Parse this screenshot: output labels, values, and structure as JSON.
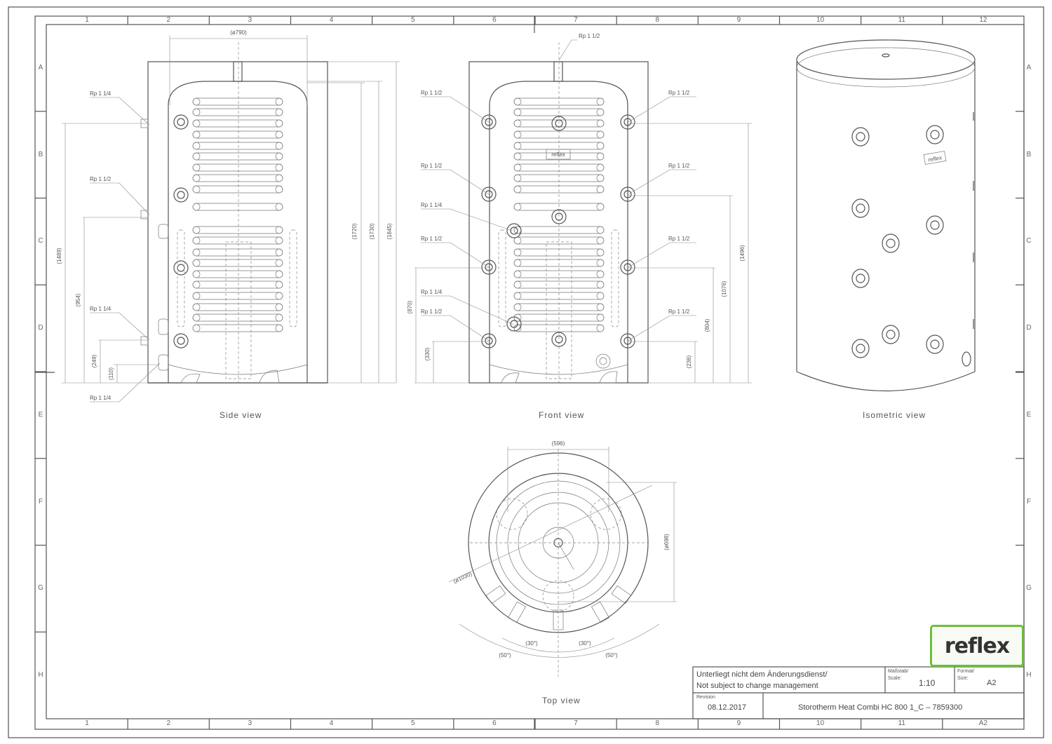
{
  "frame": {
    "col_labels": [
      "1",
      "2",
      "3",
      "4",
      "5",
      "6",
      "7",
      "8",
      "9",
      "10",
      "11",
      "12"
    ],
    "row_labels": [
      "A",
      "B",
      "C",
      "D",
      "E",
      "F",
      "G",
      "H"
    ],
    "bottom_col_labels": [
      "1",
      "2",
      "3",
      "4",
      "5",
      "6",
      "7",
      "8",
      "9",
      "10",
      "11",
      "A2"
    ]
  },
  "views": {
    "side": "Side view",
    "front": "Front view",
    "isometric": "Isometric view",
    "top": "Top view"
  },
  "side_view": {
    "width_dim": "(ø790)",
    "heights": [
      "(1720)",
      "(1730)",
      "(1845)"
    ],
    "left_heights": [
      "(1489)",
      "(954)",
      "(249)",
      "(110)"
    ],
    "connections": [
      "Rp 1 1/4",
      "Rp 1 1/2",
      "Rp 1 1/4",
      "Rp 1 1/4"
    ]
  },
  "front_view": {
    "top_connection": "Rp 1 1/2",
    "left_connections": [
      "Rp 1 1/2",
      "Rp 1 1/2",
      "Rp 1 1/4",
      "Rp 1 1/2",
      "Rp 1 1/4",
      "Rp 1 1/2"
    ],
    "right_connections": [
      "Rp 1 1/2",
      "Rp 1 1/2",
      "Rp 1 1/2",
      "Rp 1 1/2"
    ],
    "left_heights": [
      "(870)",
      "(330)"
    ],
    "right_heights": [
      "(1496)",
      "(1076)",
      "(804)",
      "(236)"
    ],
    "badge": "reflex"
  },
  "isometric_view": {
    "badge": "reflex"
  },
  "top_view": {
    "width_dim": "(596)",
    "diameter": "(ø1030)",
    "depth_dim": "(ø698)",
    "angles": [
      "(30°)",
      "(30°)",
      "(50°)",
      "(50°)"
    ]
  },
  "logo": "reflex",
  "title_block": {
    "note_de": "Unterliegt nicht dem Änderungsdienst/",
    "note_en": "Not subject to change management",
    "scale_label_de": "Maßstab/",
    "scale_label_en": "Scale:",
    "scale": "1:10",
    "format_label_de": "Format/",
    "format_label_en": "Size:",
    "format": "A2",
    "revision_label": "Revision",
    "date": "08.12.2017",
    "title": "Storotherm Heat Combi HC 800 1_C – 7859300"
  },
  "colors": {
    "line": "#555555",
    "logo_green": "#6cbf3a"
  }
}
